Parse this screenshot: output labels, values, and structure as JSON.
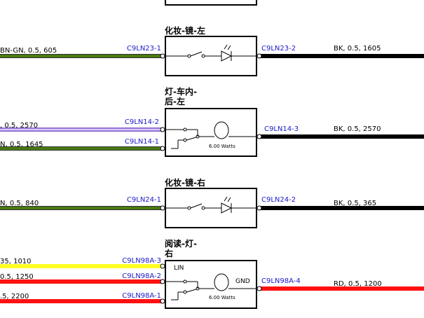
{
  "colors": {
    "green": "#4a7a10",
    "purple": "#b28ae6",
    "yellow": "#ffff22",
    "red": "#ff1111",
    "black": "#000000",
    "connector": "#1a1acc"
  },
  "components": [
    {
      "title_lines": [
        "化妆-镜-左"
      ]
    },
    {
      "title_lines": [
        "灯-车内-",
        "后-左"
      ],
      "power": "6.00 Watts"
    },
    {
      "title_lines": [
        "化妆-镜-右"
      ]
    },
    {
      "title_lines": [
        "阅读-灯-",
        "右"
      ],
      "power": "6.00 Watts",
      "pin_lin": "LIN",
      "pin_gnd": "GND"
    }
  ],
  "left_wires": [
    {
      "connector": "C9LN23-1",
      "label": "BN-GN,  0.5,  605"
    },
    {
      "connector": "C9LN14-2",
      "label": ",  0.5,  2570"
    },
    {
      "connector": "C9LN14-1",
      "label": "N,  0.5,  1645"
    },
    {
      "connector": "C9LN24-1",
      "label": "N,  0.5,  840"
    },
    {
      "connector": "C9LN98A-3",
      "label": "35,  1010"
    },
    {
      "connector": "C9LN98A-2",
      "label": "0.5,  1250"
    },
    {
      "connector": "C9LN98A-1",
      "label": ".5,  2200"
    }
  ],
  "right_wires": [
    {
      "connector": "C9LN23-2",
      "label": "BK,  0.5,  1605"
    },
    {
      "connector": "C9LN14-3",
      "label": "BK,  0.5,  2570"
    },
    {
      "connector": "C9LN24-2",
      "label": "BK,  0.5,  365"
    },
    {
      "connector": "C9LN98A-4",
      "label": "RD,  0.5,  1200"
    }
  ]
}
